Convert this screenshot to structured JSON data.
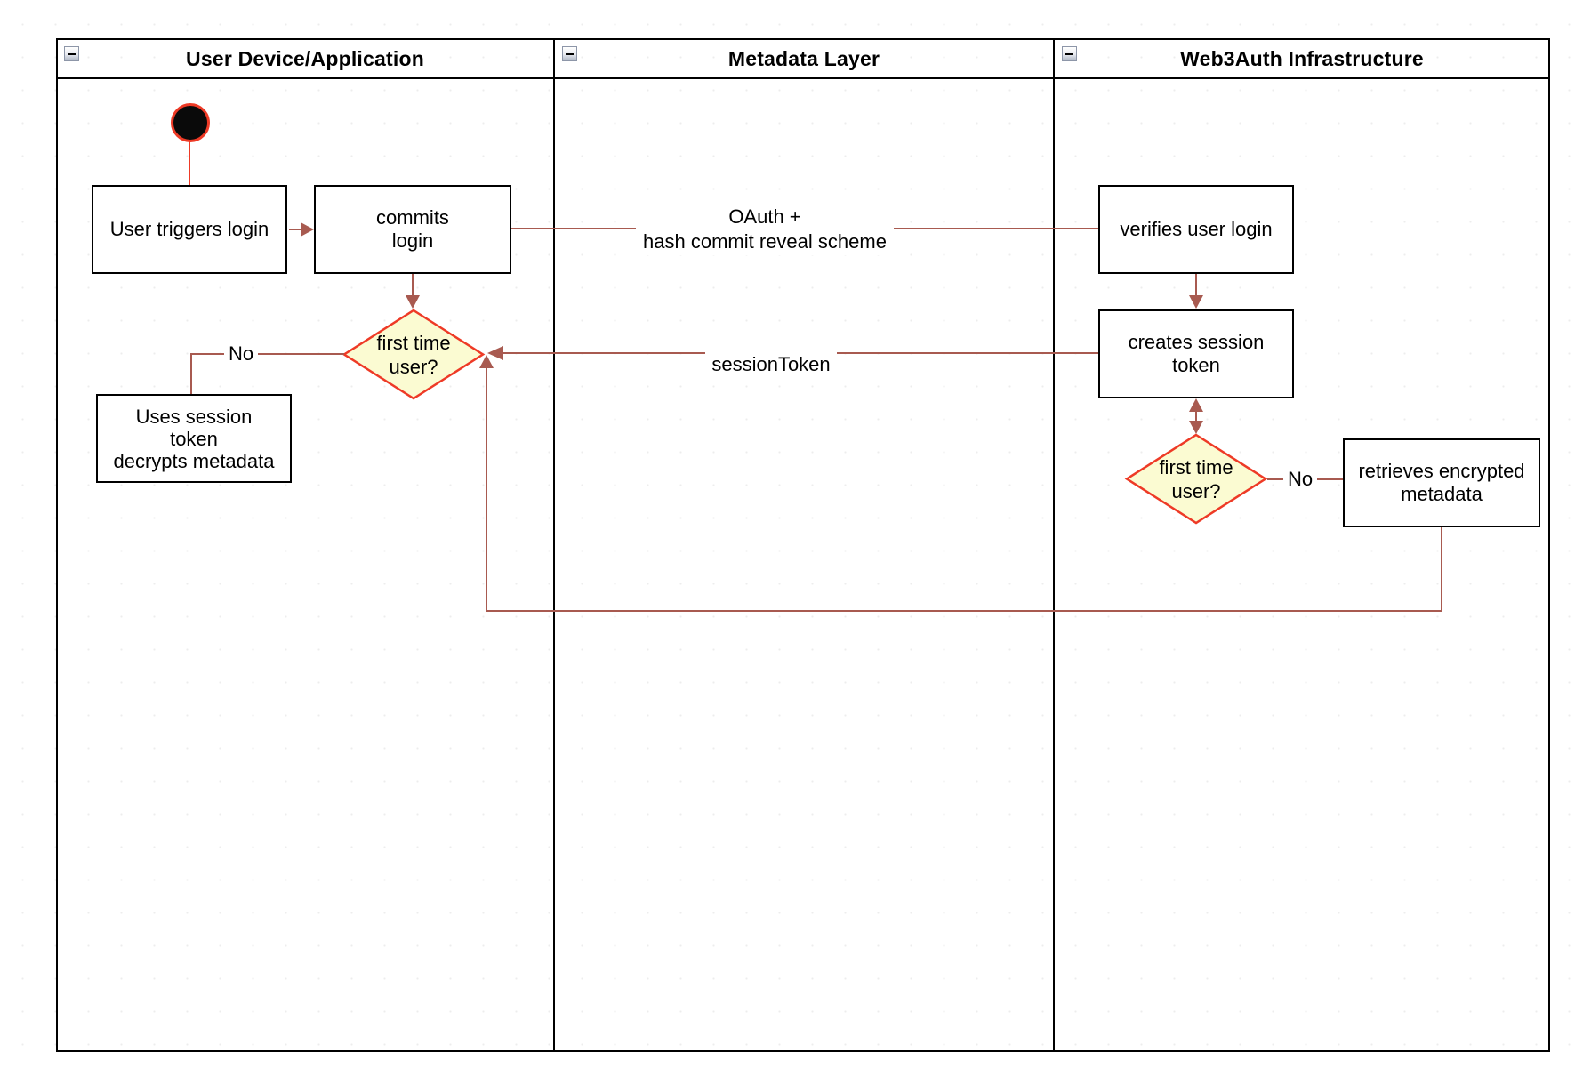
{
  "colors": {
    "shape_red": "#ee3a26",
    "edge_red": "#a85a50",
    "decision_fill": "#fbfbd2",
    "node_border": "#000000",
    "node_fill": "#ffffff",
    "initial_fill": "#0a0a0a"
  },
  "icons": {
    "collapse": "minus-icon"
  },
  "lanes": [
    {
      "title": "User Device/Application"
    },
    {
      "title": "Metadata Layer"
    },
    {
      "title": "Web3Auth Infrastructure"
    }
  ],
  "nodes": {
    "start": {
      "type": "initial-state"
    },
    "user_triggers_login": {
      "label": "User triggers login"
    },
    "commits_login": {
      "label": "commits\nlogin"
    },
    "first_time_user_device": {
      "label": "first time\nuser?"
    },
    "uses_session_token": {
      "label": "Uses session\ntoken\ndecrypts metadata"
    },
    "verifies_user_login": {
      "label": "verifies user login"
    },
    "creates_session_token": {
      "label": "creates session\ntoken"
    },
    "first_time_user_infra": {
      "label": "first time\nuser?"
    },
    "retrieves_encrypted_metadata": {
      "label": "retrieves encrypted\nmetadata"
    }
  },
  "edges": {
    "oauth_label": "OAuth +\nhash commit reveal scheme",
    "session_token_label": "sessionToken",
    "no_label_device": "No",
    "no_label_infra": "No"
  }
}
